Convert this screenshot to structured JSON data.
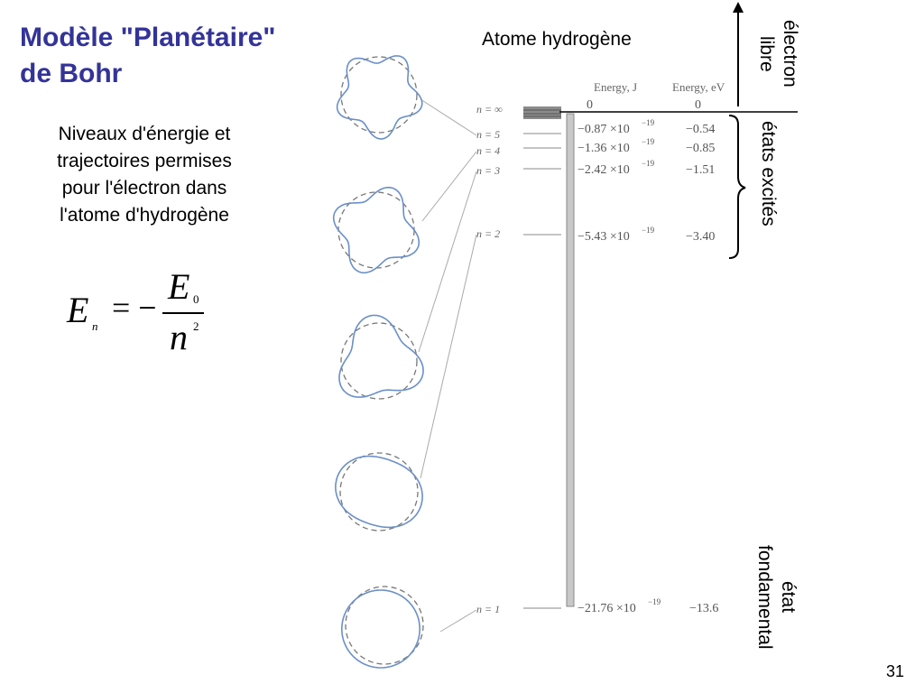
{
  "slide": {
    "title_line1": "Modèle \"Planétaire\"",
    "title_line2": "de Bohr",
    "subtitle_lines": [
      "Niveaux d'énergie et",
      "trajectoires permises",
      "pour l'électron dans",
      "l'atome d'hydrogène"
    ],
    "formula": {
      "E": "E",
      "n": "n",
      "equals_minus": "= −",
      "zero": "0",
      "two": "2"
    },
    "atom_title": "Atome hydrogène",
    "page_number": "31"
  },
  "diagram": {
    "header_energy_j": "Energy, J",
    "header_energy_ev": "Energy, eV",
    "levels": [
      {
        "n": "n = ∞",
        "energy_j": "0",
        "energy_ev": "0"
      },
      {
        "n": "n = 5",
        "energy_j": "−0.87 ×10",
        "exp": "−19",
        "energy_ev": "−0.54"
      },
      {
        "n": "n = 4",
        "energy_j": "−1.36 ×10",
        "exp": "−19",
        "energy_ev": "−0.85"
      },
      {
        "n": "n = 3",
        "energy_j": "−2.42 ×10",
        "exp": "−19",
        "energy_ev": "−1.51"
      },
      {
        "n": "n = 2",
        "energy_j": "−5.43 ×10",
        "exp": "−19",
        "energy_ev": "−3.40"
      },
      {
        "n": "n = 1",
        "energy_j": "−21.76 ×10",
        "exp": "−19",
        "energy_ev": "−13.6"
      }
    ],
    "labels": {
      "free_line1": "électron",
      "free_line2": "libre",
      "excited": "états excités",
      "ground_line1": "état",
      "ground_line2": "fondamental"
    },
    "colors": {
      "orbit": "#6a8fc8",
      "dashed": "#777777",
      "title": "#333399"
    }
  }
}
